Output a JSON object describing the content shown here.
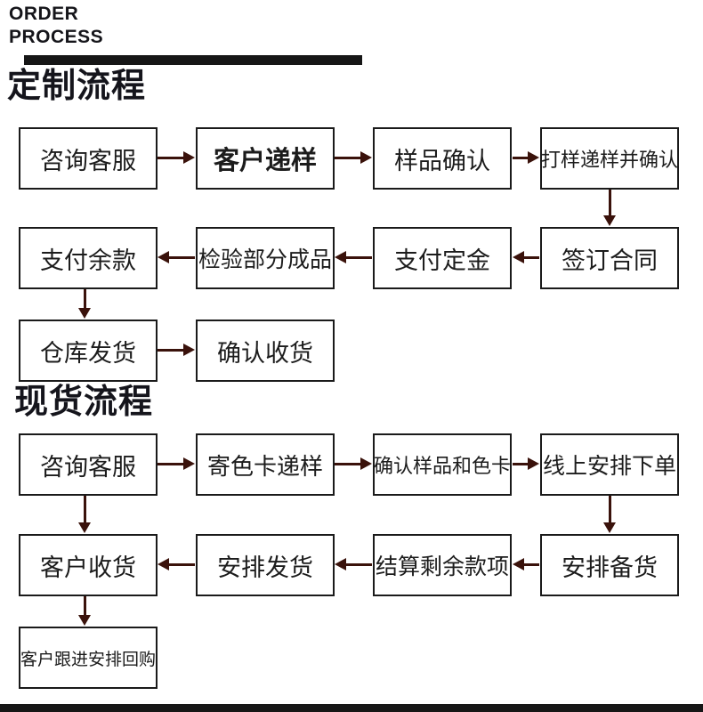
{
  "header": {
    "kicker_line1": "ORDER",
    "kicker_line2": "PROCESS"
  },
  "colors": {
    "arrow": "#3a120b",
    "border": "#1a1a1a",
    "bar": "#161616",
    "text": "#1c1c1c"
  },
  "flows": {
    "custom": {
      "title": "定制流程",
      "row1": [
        "咨询客服",
        "客户递样",
        "样品确认",
        "打样递样并确认"
      ],
      "row2": [
        "支付余款",
        "检验部分成品",
        "支付定金",
        "签订合同"
      ],
      "row3": [
        "仓库发货",
        "确认收货"
      ]
    },
    "stock": {
      "title": "现货流程",
      "row1": [
        "咨询客服",
        "寄色卡递样",
        "确认样品和色卡",
        "线上安排下单"
      ],
      "row2": [
        "客户收货",
        "安排发货",
        "结算剩余款项",
        "安排备货"
      ],
      "row3": [
        "客户跟进安排回购"
      ]
    }
  }
}
